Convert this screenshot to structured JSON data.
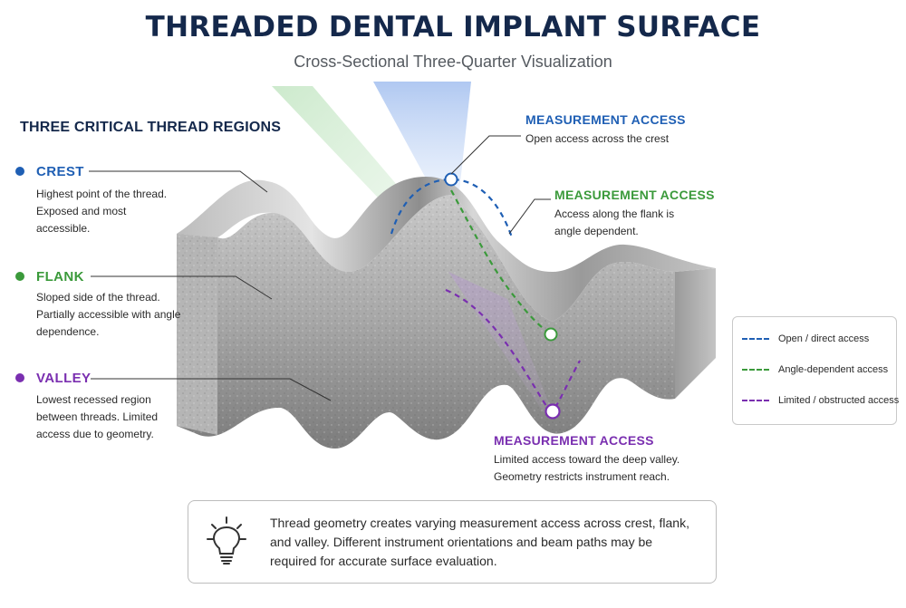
{
  "header": {
    "title": "THREADED DENTAL IMPLANT SURFACE",
    "subtitle": "Cross-Sectional Three-Quarter Visualization"
  },
  "regions": {
    "heading": "THREE CRITICAL THREAD REGIONS",
    "items": [
      {
        "title": "CREST",
        "desc": "Highest point of the thread. Exposed and most accessible.",
        "color": "#1f5fb4"
      },
      {
        "title": "FLANK",
        "desc": "Sloped side of the thread. Partially accessible with angle dependence.",
        "color": "#3b9a3b"
      },
      {
        "title": "VALLEY",
        "desc": "Lowest recessed region between threads. Limited access due to geometry.",
        "color": "#7a2fb0"
      }
    ]
  },
  "access": [
    {
      "title": "MEASUREMENT ACCESS",
      "desc": "Open access across the crest",
      "color": "#1f5fb4"
    },
    {
      "title": "MEASUREMENT ACCESS",
      "desc": "Access along the flank is angle dependent.",
      "color": "#3b9a3b"
    },
    {
      "title": "MEASUREMENT ACCESS",
      "desc": "Limited access toward the deep valley. Geometry restricts instrument reach.",
      "color": "#7a2fb0"
    }
  ],
  "legend": [
    {
      "label": "Open / direct access",
      "color": "#1f5fb4"
    },
    {
      "label": "Angle-dependent access",
      "color": "#3b9a3b"
    },
    {
      "label": "Limited / obstructed access",
      "color": "#7a2fb0"
    }
  ],
  "note": {
    "icon": "lightbulb-icon",
    "text": "Thread geometry creates varying measurement access across crest, flank, and valley. Different instrument orientations and beam paths may be required for accurate surface evaluation."
  },
  "colors": {
    "title": "#14284b",
    "surface_light": "#d9d9d9",
    "surface_dark": "#6e6e6e"
  }
}
